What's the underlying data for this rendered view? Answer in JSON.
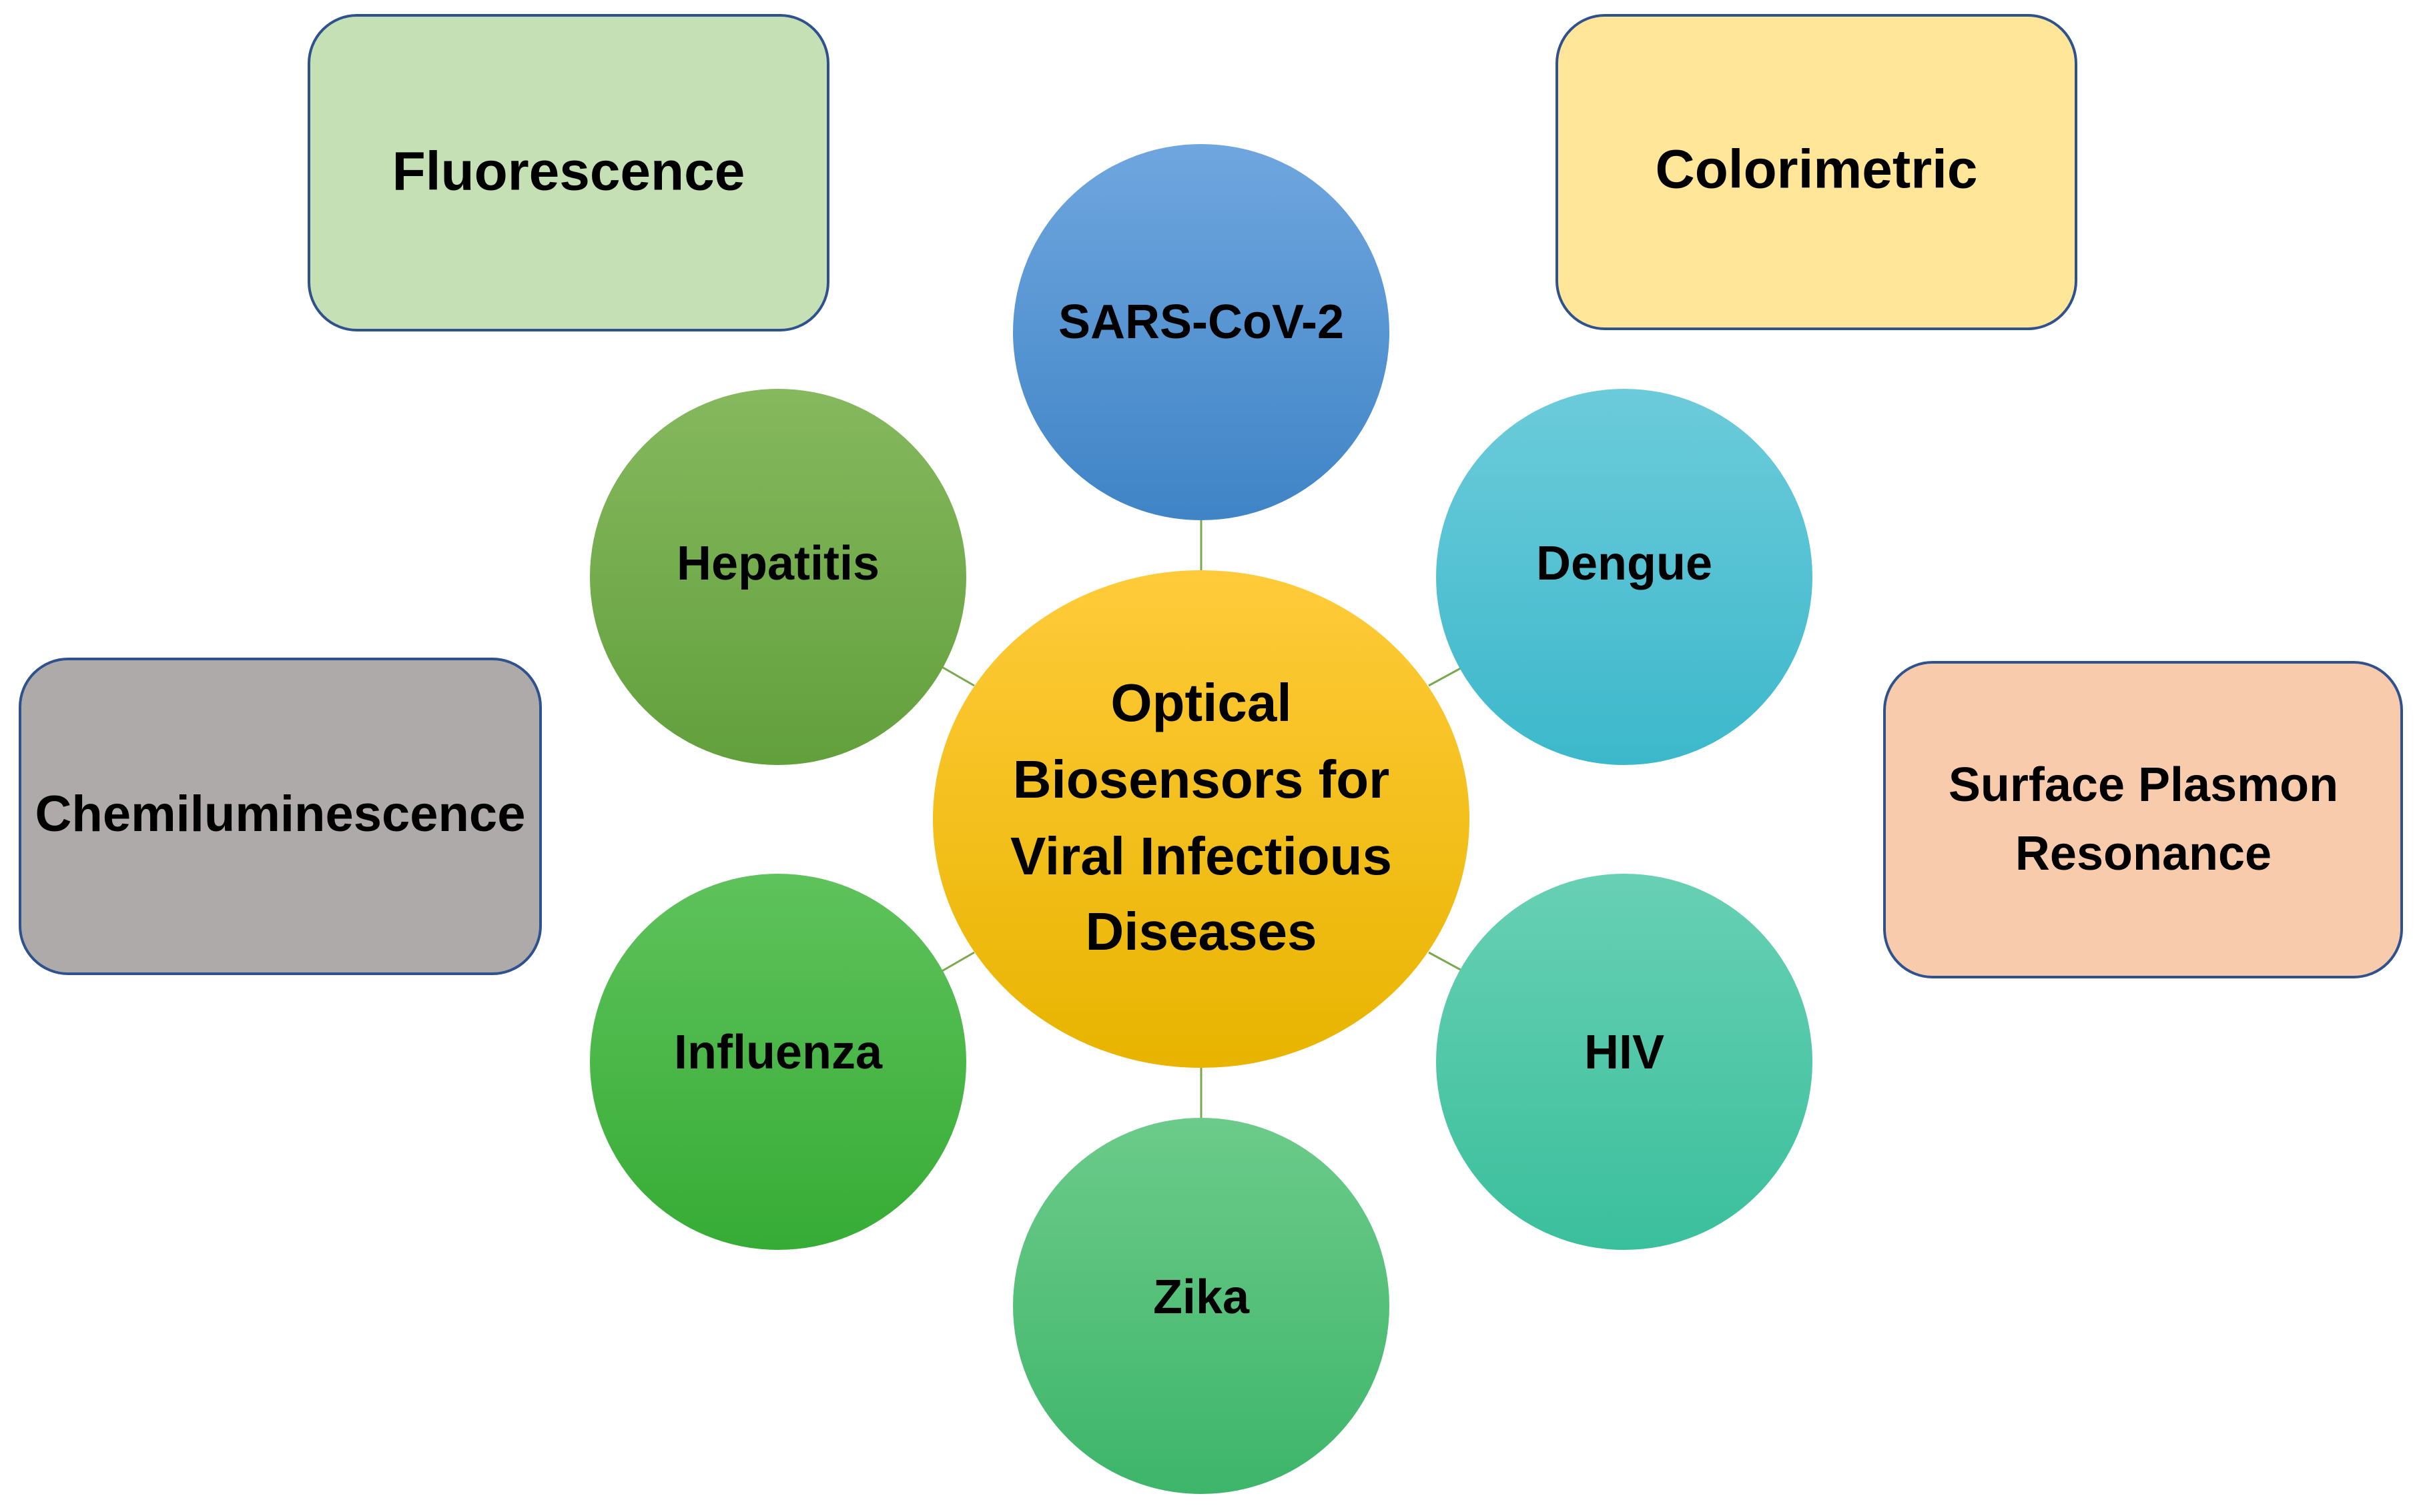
{
  "center": {
    "lines": [
      "Optical",
      "Biosensors for",
      "Viral Infectious",
      "Diseases"
    ],
    "fill_top": "#FFCB3A",
    "fill_bottom": "#E8B400"
  },
  "diseases": [
    {
      "id": "sars-cov-2",
      "label": "SARS-CoV-2",
      "fill_top": "#6FA6DF",
      "fill_bottom": "#3F84C6"
    },
    {
      "id": "dengue",
      "label": "Dengue",
      "fill_top": "#6CCBDA",
      "fill_bottom": "#3CB8CB"
    },
    {
      "id": "hiv",
      "label": "HIV",
      "fill_top": "#68D0B4",
      "fill_bottom": "#3ABF9C"
    },
    {
      "id": "zika",
      "label": "Zika",
      "fill_top": "#6CCB8A",
      "fill_bottom": "#3DB56A"
    },
    {
      "id": "influenza",
      "label": "Influenza",
      "fill_top": "#5FC25C",
      "fill_bottom": "#36AC35"
    },
    {
      "id": "hepatitis",
      "label": "Hepatitis",
      "fill_top": "#86B85E",
      "fill_bottom": "#62A03C"
    }
  ],
  "techniques": [
    {
      "id": "fluorescence",
      "lines": [
        "Fluorescence"
      ],
      "fill": "#C5E0B4",
      "stroke": "#2F528F"
    },
    {
      "id": "colorimetric",
      "lines": [
        "Colorimetric"
      ],
      "fill": "#FFE699",
      "stroke": "#2F528F"
    },
    {
      "id": "chemiluminescence",
      "lines": [
        "Chemiluminescence"
      ],
      "fill": "#AEAAAA",
      "stroke": "#2F528F"
    },
    {
      "id": "surface-plasmon-resonance",
      "lines": [
        "Surface Plasmon",
        "Resonance"
      ],
      "fill": "#F8CBAD",
      "stroke": "#2F528F"
    }
  ],
  "connector_color": "#7AA84F"
}
